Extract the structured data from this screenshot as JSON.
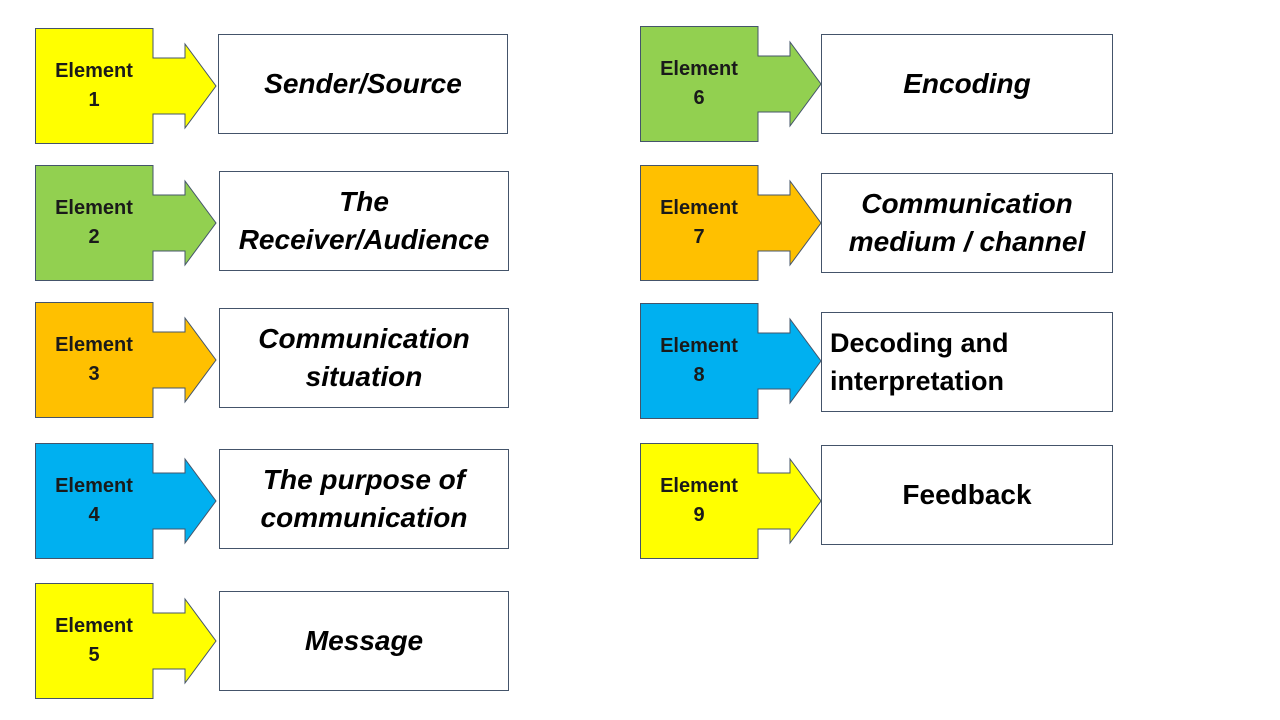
{
  "colors": {
    "yellow": "#ffff00",
    "green": "#92d050",
    "orange": "#ffc000",
    "blue": "#00b0f0",
    "box_border": "#44546a"
  },
  "elements": [
    {
      "label": "Element",
      "number": "1",
      "term": "Sender/Source",
      "color": "yellow",
      "italic": true
    },
    {
      "label": "Element",
      "number": "2",
      "term": "The Receiver/Audience",
      "color": "green",
      "italic": true
    },
    {
      "label": "Element",
      "number": "3",
      "term": "Communication situation",
      "color": "orange",
      "italic": true
    },
    {
      "label": "Element",
      "number": "4",
      "term": "The purpose of communication",
      "color": "blue",
      "italic": true
    },
    {
      "label": "Element",
      "number": "5",
      "term": "Message",
      "color": "yellow",
      "italic": true
    },
    {
      "label": "Element",
      "number": "6",
      "term": "Encoding",
      "color": "green",
      "italic": true
    },
    {
      "label": "Element",
      "number": "7",
      "term": "Communication medium / channel",
      "color": "orange",
      "italic": true
    },
    {
      "label": "Element",
      "number": "8",
      "term": "Decoding and interpretation",
      "color": "blue",
      "italic": false
    },
    {
      "label": "Element",
      "number": "9",
      "term": "Feedback",
      "color": "yellow",
      "italic": false
    }
  ]
}
